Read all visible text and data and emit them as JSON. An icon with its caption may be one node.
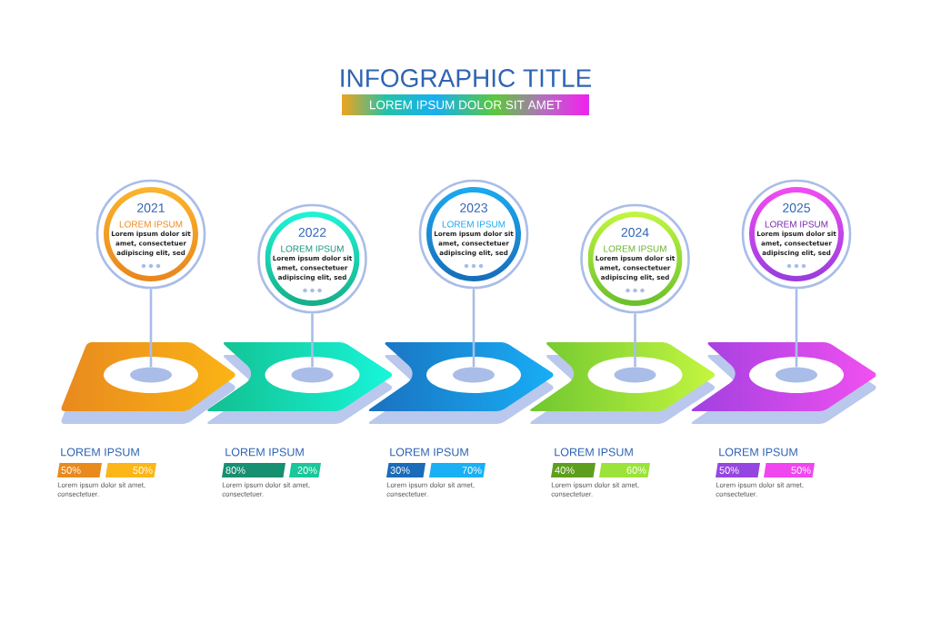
{
  "diagram": {
    "title": "INFOGRAPHIC TITLE",
    "nodes": [
      {
        "text": [
          "LOREM IPSUM DOLOR SIT AMET"
        ]
      },
      {
        "text": [
          "2021",
          "LOREM IPSUM",
          "Lorem ipsum dolor sit amet, consectetuer adipiscing elit, sed"
        ]
      },
      {
        "text": [
          "2022",
          "LOREM IPSUM",
          "Lorem ipsum dolor sit amet, consectetuer adipiscing elit, sed"
        ]
      },
      {
        "text": [
          "2023",
          "LOREM IPSUM",
          "Lorem ipsum dolor sit amet, consectetuer adipiscing elit, sed"
        ]
      },
      {
        "text": [
          "2024",
          "LOREM IPSUM",
          "Lorem ipsum dolor sit amet, consectetuer adipiscing elit, sed"
        ]
      },
      {
        "text": [
          "2025",
          "LOREM IPSUM",
          "Lorem ipsum dolor sit amet, consectetuer adipiscing elit, sed"
        ]
      },
      {
        "text": [],
        "shape": "chevron"
      },
      {
        "text": [],
        "shape": "chevron"
      },
      {
        "text": [],
        "shape": "chevron"
      },
      {
        "text": [],
        "shape": "chevron"
      },
      {
        "text": [],
        "shape": "chevron"
      },
      {
        "text": [],
        "shape": "ellipse",
        "in": 6
      },
      {
        "text": [],
        "shape": "ellipse",
        "in": 7
      },
      {
        "text": [],
        "shape": "ellipse",
        "in": 8
      },
      {
        "text": [],
        "shape": "ellipse",
        "in": 9
      },
      {
        "text": [],
        "shape": "ellipse",
        "in": 10
      },
      {
        "text": [
          "50%"
        ]
      },
      {
        "text": [
          "50%"
        ]
      },
      {
        "text": [
          "80%"
        ]
      },
      {
        "text": [
          "20%"
        ]
      },
      {
        "text": [
          "30%"
        ]
      },
      {
        "text": [
          "70%"
        ]
      },
      {
        "text": [
          "40%"
        ]
      },
      {
        "text": [
          "60%"
        ]
      },
      {
        "text": [
          "50%"
        ]
      },
      {
        "text": [
          "50%"
        ]
      }
    ],
    "edges": [
      {
        "from": 1,
        "to": 11,
        "arrow": "none"
      },
      {
        "from": 2,
        "to": 12,
        "arrow": "none"
      },
      {
        "from": 3,
        "to": 13,
        "arrow": "none"
      },
      {
        "from": 4,
        "to": 14,
        "arrow": "none"
      },
      {
        "from": 5,
        "to": 15,
        "arrow": "none"
      }
    ],
    "labels": [
      "LOREM IPSUM",
      "LOREM IPSUM",
      "LOREM IPSUM",
      "LOREM IPSUM",
      "LOREM IPSUM",
      "Lorem ipsum dolor sit amet, consectetuer.",
      "Lorem ipsum dolor sit amet, consectetuer.",
      "Lorem ipsum dolor sit amet, consectetuer.",
      "Lorem ipsum dolor sit amet, consectetuer.",
      "Lorem ipsum dolor sit amet, consectetuer."
    ]
  }
}
